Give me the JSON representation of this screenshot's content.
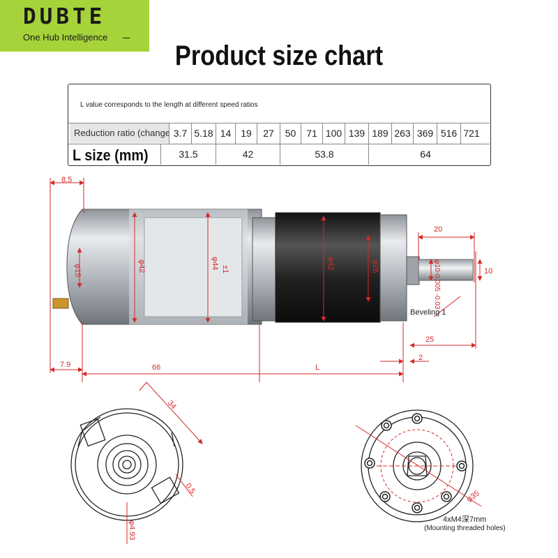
{
  "brand": {
    "logo_text": "DUBTE",
    "tagline": "One Hub Intelligence"
  },
  "title": "Product size chart",
  "table": {
    "note": "L value corresponds to the length at different speed ratios",
    "ratio_label": "Reduction ratio (change)",
    "ratios": [
      "3.7",
      "5.18",
      "14",
      "19",
      "27",
      "50",
      "71",
      "100",
      "139",
      "189",
      "263",
      "369",
      "516",
      "721"
    ],
    "length_label": "L size (mm)",
    "lengths": [
      {
        "value": "31.5",
        "span": 2
      },
      {
        "value": "42",
        "span": 3
      },
      {
        "value": "53.8",
        "span": 4
      },
      {
        "value": "64",
        "span": 5
      }
    ]
  },
  "side_view": {
    "dims": {
      "d85": "8.5",
      "d79": "7.9",
      "d66": "66",
      "dL": "L",
      "d20": "20",
      "d10": "10",
      "d25": "25",
      "d2": "2",
      "phi15": "φ15",
      "phi42a": "φ42",
      "phi44": "φ44",
      "pm1": "±1",
      "phi42b": "φ42",
      "phi26": "φ26",
      "shaft": "φ10-0.005 -0.03"
    },
    "beveling": "Beveling 1"
  },
  "end_view_left": {
    "d34": "34",
    "d05": "0.5",
    "phi493": "φ4.93"
  },
  "end_view_right": {
    "phi35": "φ35",
    "holes_spec": "4xM4深7mm",
    "holes_note": "(Mounting threaded holes)"
  },
  "colors": {
    "logo_bg": "#a6d33a",
    "dimension": "#d42a2a",
    "motor_body": "#c9cdd2",
    "gearbox": "#2b2b2b"
  }
}
